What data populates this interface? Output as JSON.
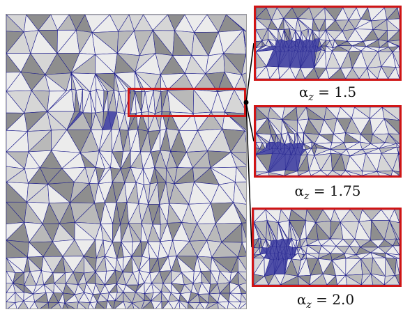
{
  "figure": {
    "insets": [
      {
        "symbol": "α",
        "subscript": "z",
        "equals": "=",
        "value": "1.5"
      },
      {
        "symbol": "α",
        "subscript": "z",
        "equals": "=",
        "value": "1.75"
      },
      {
        "symbol": "α",
        "subscript": "z",
        "equals": "=",
        "value": "2.0"
      }
    ],
    "colors": {
      "mesh_edge": "#1c1c8c",
      "highlight": "#d01515",
      "face_light": "#ececec",
      "face_mid": "#b9b9b9",
      "face_dark": "#8e8e8e"
    }
  }
}
